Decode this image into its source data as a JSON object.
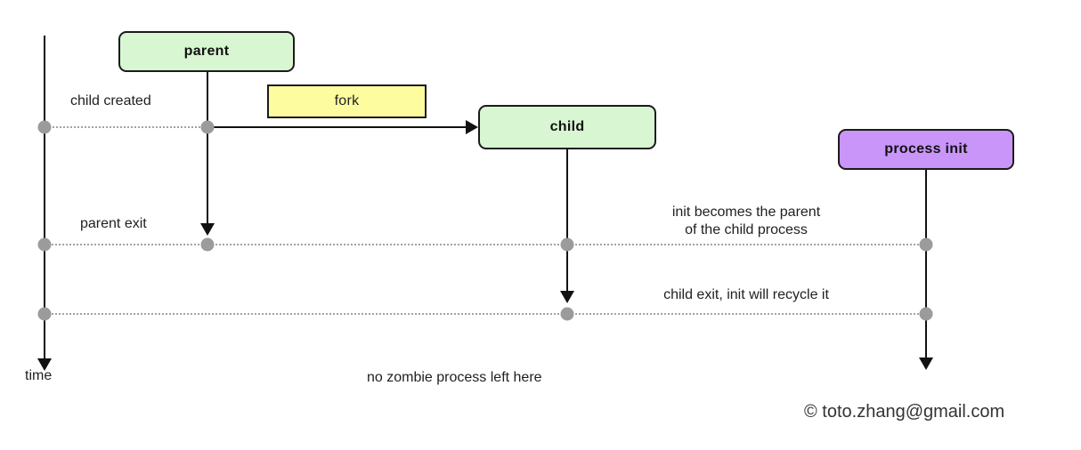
{
  "colors": {
    "box_green": "#d8f6d2",
    "box_yellow": "#fdfda0",
    "box_purple": "#c995f8",
    "box_border": "#1b1b1b",
    "dot_gray": "#9b9b9b",
    "text_dark": "#1f1f1f"
  },
  "boxes": {
    "parent": "parent",
    "fork": "fork",
    "child": "child",
    "init": "process init"
  },
  "labels": {
    "child_created": "child created",
    "parent_exit": "parent exit",
    "init_becomes_1": "init becomes the parent",
    "init_becomes_2": "of the child process",
    "child_exit": "child exit, init will recycle it",
    "no_zombie": "no zombie process left here",
    "time": "time",
    "copyright": "© toto.zhang@gmail.com"
  }
}
